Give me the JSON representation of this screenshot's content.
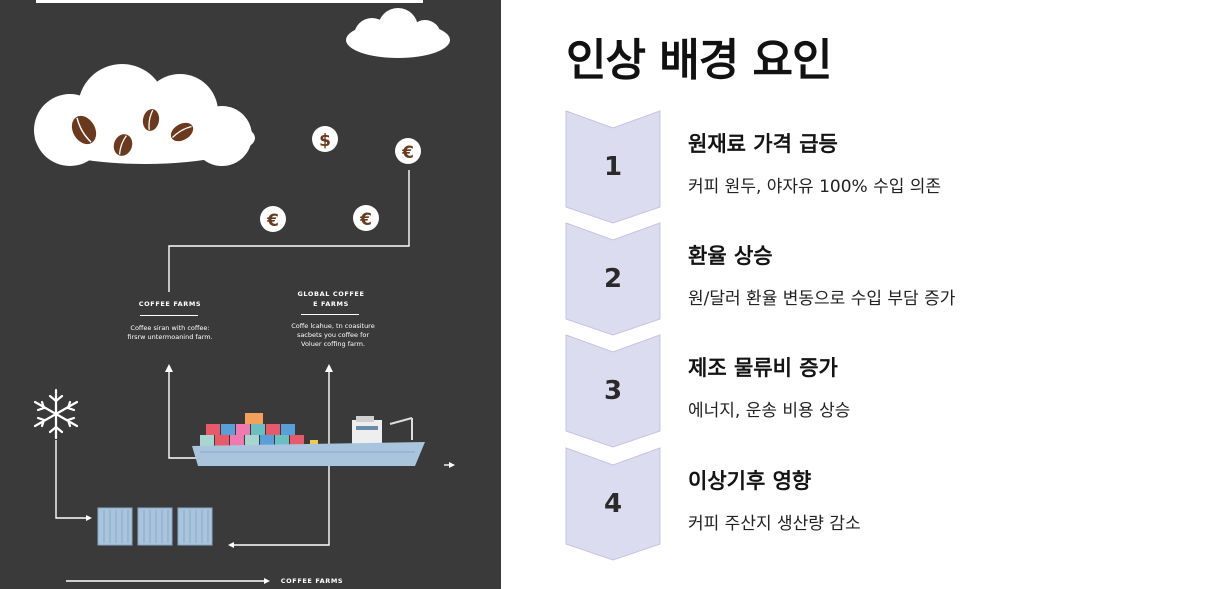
{
  "heading": "인상 배경 요인",
  "illustration": {
    "farms_title": "COFFEE FARMS",
    "farms_body": "Coffee siran with coffee: firsrw untermoanind farm.",
    "global_title": "GLOBAL COFFEE E FARMS",
    "global_body": "Coffe lcahue, tn coasiture sacbets you coffee for Voluer coffing farm.",
    "bottom_label": "COFFEE FARMS",
    "currency_dollar": "$",
    "currency_euro": "€"
  },
  "steps": [
    {
      "number": "1",
      "title": "원재료 가격 급등",
      "desc": "커피 원두, 야자유 100% 수입 의존"
    },
    {
      "number": "2",
      "title": "환율 상승",
      "desc": "원/달러 환율 변동으로 수입 부담 증가"
    },
    {
      "number": "3",
      "title": "제조 물류비 증가",
      "desc": "에너지, 운송 비용 상승"
    },
    {
      "number": "4",
      "title": "이상기후 영향",
      "desc": "커피 주산지 생산량 감소"
    }
  ],
  "colors": {
    "panel_bg": "#3a3a3a",
    "chevron_fill": "#dcdcf0",
    "chevron_stroke": "#c4c4e0",
    "ship_hull": "#a9c4dd",
    "bean": "#6b3a1e"
  }
}
